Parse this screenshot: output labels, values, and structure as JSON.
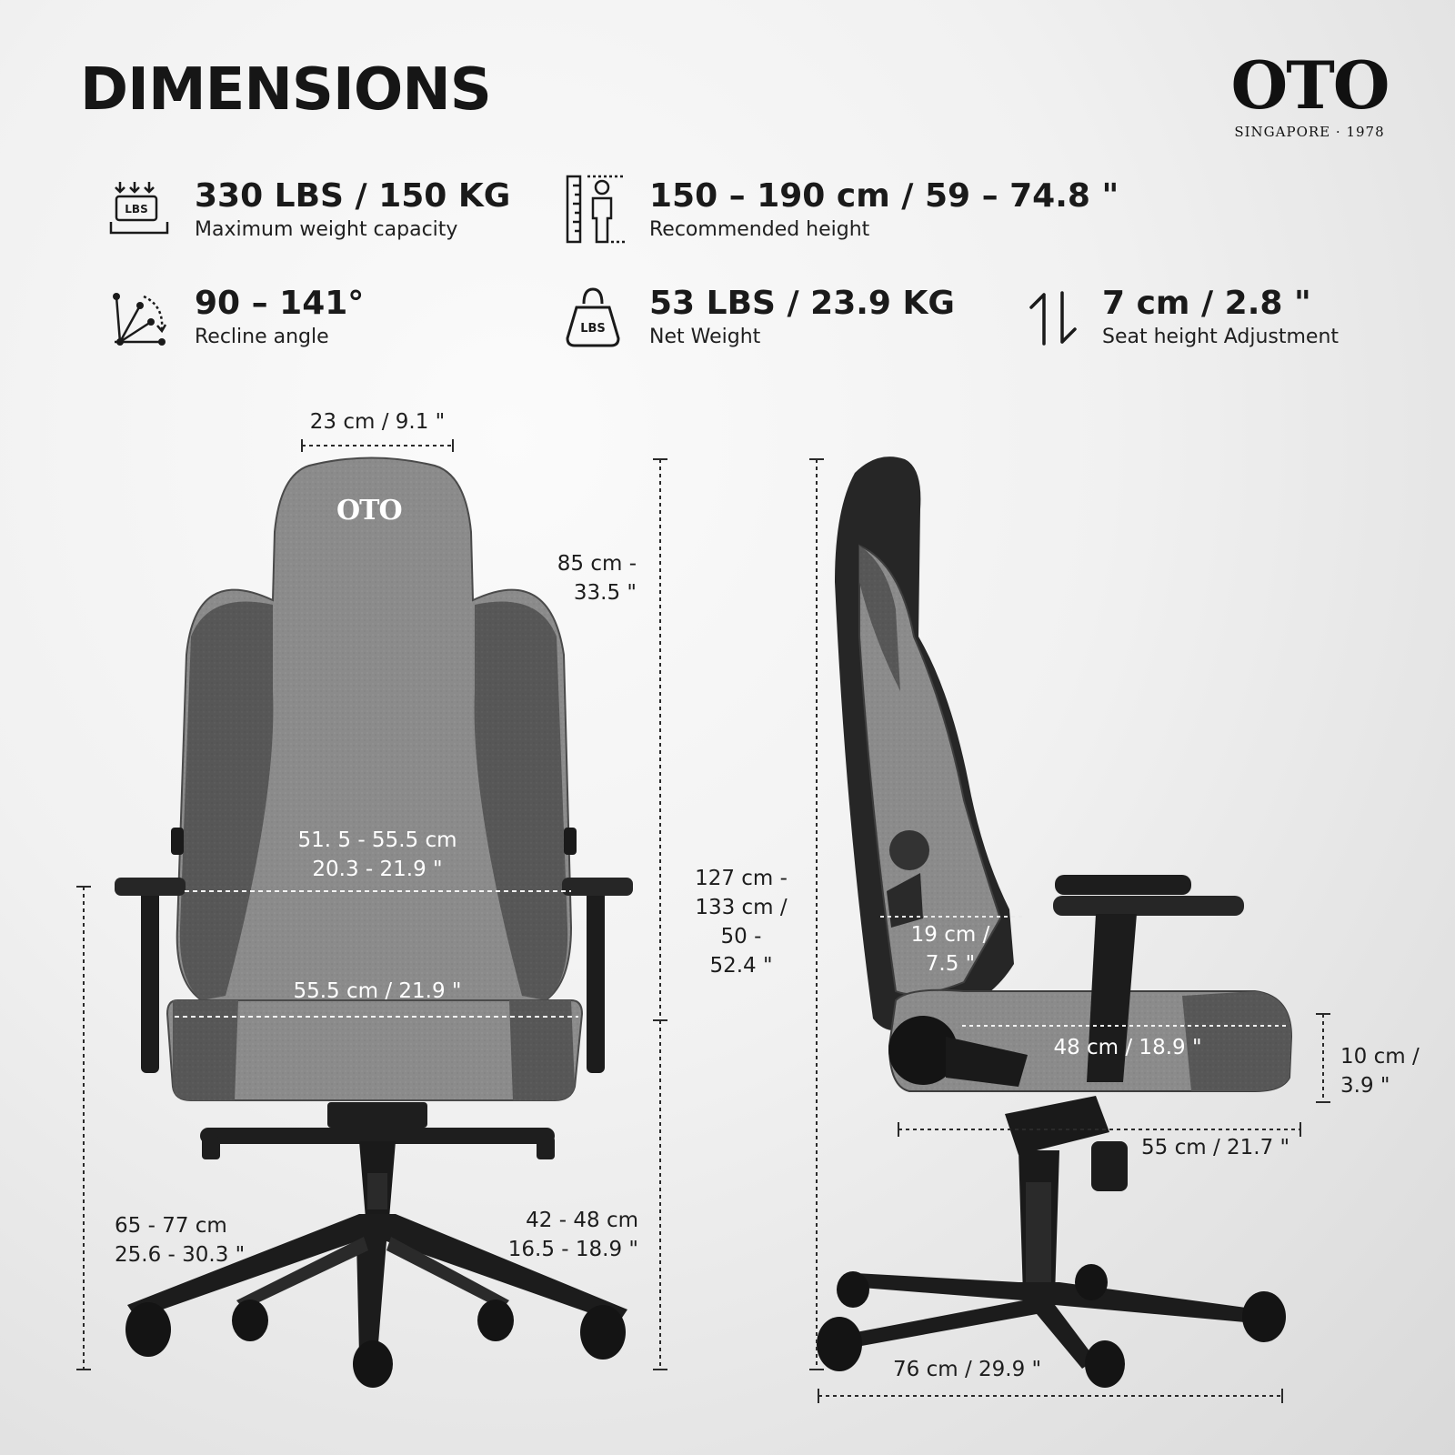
{
  "header": {
    "title": "DIMENSIONS"
  },
  "brand": {
    "logo_word": "OTO",
    "logo_sub": "SINGAPORE · 1978",
    "chair_logo": "OTO"
  },
  "specs": [
    {
      "icon": "weight-capacity-icon",
      "value": "330 LBS / 150 KG",
      "label": "Maximum weight capacity"
    },
    {
      "icon": "height-ruler-person-icon",
      "value": "150 – 190 cm / 59 – 74.8 \"",
      "label": "Recommended height"
    },
    {
      "icon": "recline-angle-icon",
      "value": "90 – 141°",
      "label": "Recline angle"
    },
    {
      "icon": "kettlebell-weight-icon",
      "value": "53 LBS / 23.9 KG",
      "label": "Net Weight"
    },
    {
      "icon": "up-down-arrows-icon",
      "value": "7 cm / 2.8 \"",
      "label": "Seat height Adjustment"
    }
  ],
  "front_view": {
    "headrest_width": "23 cm / 9.1 \"",
    "backrest_height": [
      "85 cm -",
      "33.5 \""
    ],
    "backrest_width": [
      "51. 5 - 55.5 cm",
      "20.3 - 21.9 \""
    ],
    "seat_width": "55.5 cm / 21.9 \"",
    "armrest_height": [
      "65 - 77 cm",
      "25.6 - 30.3 \""
    ],
    "seat_height": [
      "42 - 48 cm",
      "16.5 - 18.9 \""
    ]
  },
  "total_height": [
    "127 cm -",
    "133 cm /",
    "50 -",
    "52.4 \""
  ],
  "side_view": {
    "lumbar": [
      "19 cm /",
      "7.5 \""
    ],
    "seat_depth": "48 cm / 18.9 \"",
    "seat_thickness": [
      "10 cm /",
      "3.9 \""
    ],
    "chair_depth": "55 cm / 21.7 \"",
    "base_width": "76 cm / 29.9  \""
  },
  "colors": {
    "fabric_light": "#8a8a8a",
    "fabric_dark": "#555555",
    "frame": "#1a1a1a",
    "text": "#1a1a1a"
  }
}
